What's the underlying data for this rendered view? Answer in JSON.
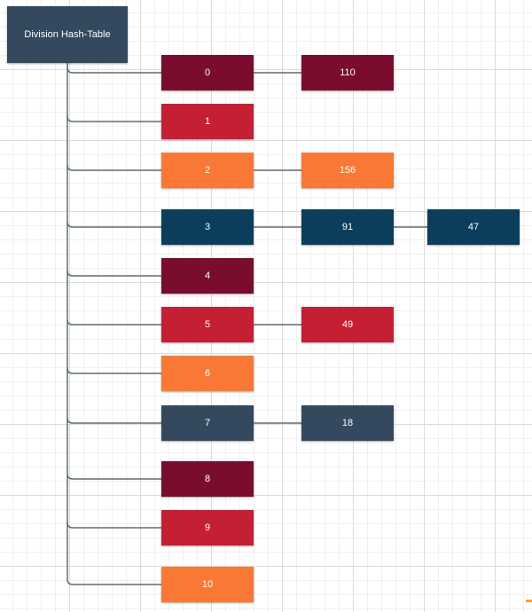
{
  "root": {
    "label": "Division Hash-Table",
    "color": "#34495e"
  },
  "buckets": [
    {
      "label": "0",
      "color": "#7a0c2e",
      "chain": [
        {
          "label": "110",
          "color": "#7a0c2e"
        }
      ]
    },
    {
      "label": "1",
      "color": "#c51f33",
      "chain": []
    },
    {
      "label": "2",
      "color": "#f97836",
      "chain": [
        {
          "label": "156",
          "color": "#f97836"
        }
      ]
    },
    {
      "label": "3",
      "color": "#0b3d5c",
      "chain": [
        {
          "label": "91",
          "color": "#0b3d5c"
        },
        {
          "label": "47",
          "color": "#0b3d5c"
        }
      ]
    },
    {
      "label": "4",
      "color": "#7a0c2e",
      "chain": []
    },
    {
      "label": "5",
      "color": "#c51f33",
      "chain": [
        {
          "label": "49",
          "color": "#c51f33"
        }
      ]
    },
    {
      "label": "6",
      "color": "#f97836",
      "chain": []
    },
    {
      "label": "7",
      "color": "#34495e",
      "chain": [
        {
          "label": "18",
          "color": "#34495e"
        }
      ]
    },
    {
      "label": "8",
      "color": "#7a0c2e",
      "chain": []
    },
    {
      "label": "9",
      "color": "#c51f33",
      "chain": []
    },
    {
      "label": "10",
      "color": "#f97836",
      "chain": []
    }
  ],
  "connector_color": "#5f6b73",
  "accent_mark_color": "#f6a524"
}
